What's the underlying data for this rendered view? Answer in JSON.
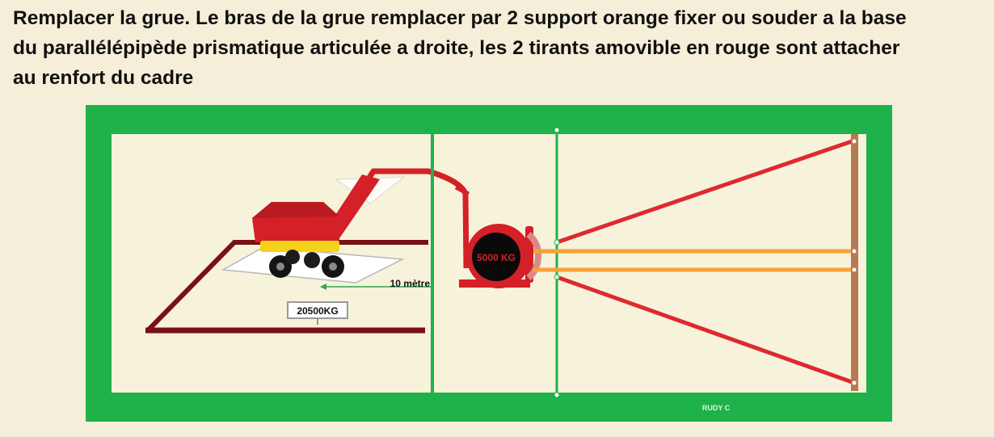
{
  "header": {
    "line1": "Remplacer la grue.  Le bras de la grue remplacer par 2 support orange fixer ou souder a la base",
    "line2": "du  parallélépipède prismatique articulée a droite,  les 2 tirants amovible en rouge sont attacher",
    "line3": "au renfort  du cadre"
  },
  "labels": {
    "counterweight": "5000 KG",
    "distance": "10 mètre",
    "load": "20500KG",
    "signature": "RUDY C"
  },
  "colors": {
    "frame": "#1fb24a",
    "inner_background": "#f7f2da",
    "page_background": "#f5efd9",
    "arm_red": "#d42027",
    "support_orange": "#f7a235",
    "cable_red": "#dd2a30",
    "dark_red_platform": "#7a1016",
    "wood_post": "#b47a55",
    "crane_yellow": "#f6d21b"
  }
}
